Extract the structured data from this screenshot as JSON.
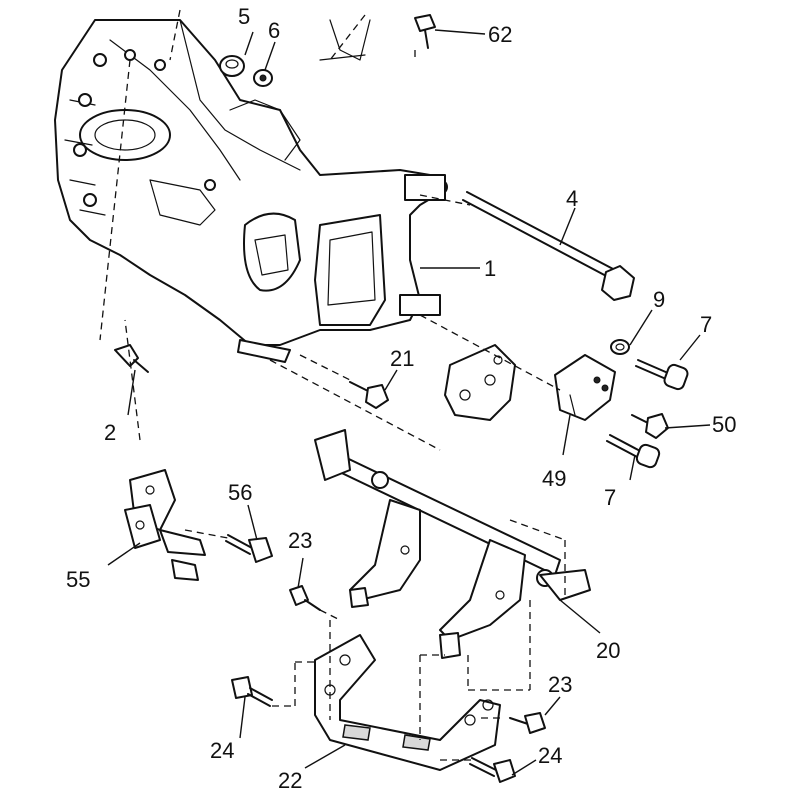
{
  "callouts": [
    {
      "id": "c5",
      "text": "5"
    },
    {
      "id": "c6",
      "text": "6"
    },
    {
      "id": "c62",
      "text": "62"
    },
    {
      "id": "c4",
      "text": "4"
    },
    {
      "id": "c1",
      "text": "1"
    },
    {
      "id": "c9",
      "text": "9"
    },
    {
      "id": "c7a",
      "text": "7"
    },
    {
      "id": "c21",
      "text": "21"
    },
    {
      "id": "c2",
      "text": "2"
    },
    {
      "id": "c50",
      "text": "50"
    },
    {
      "id": "c49",
      "text": "49"
    },
    {
      "id": "c7b",
      "text": "7"
    },
    {
      "id": "c56",
      "text": "56"
    },
    {
      "id": "c55",
      "text": "55"
    },
    {
      "id": "c23a",
      "text": "23"
    },
    {
      "id": "c20",
      "text": "20"
    },
    {
      "id": "c23b",
      "text": "23"
    },
    {
      "id": "c24a",
      "text": "24"
    },
    {
      "id": "c24b",
      "text": "24"
    },
    {
      "id": "c22",
      "text": "22"
    }
  ]
}
